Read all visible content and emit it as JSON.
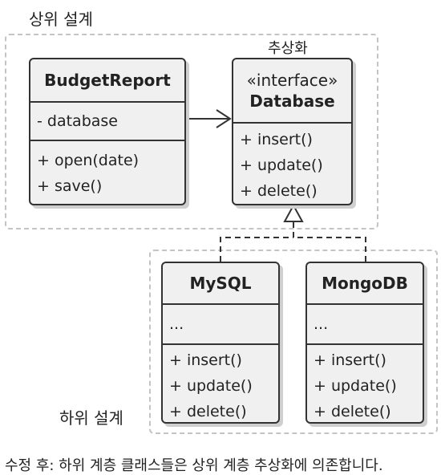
{
  "frames": {
    "upper_label": "상위 설계",
    "lower_label": "하위 설계",
    "abstraction_label": "추상화"
  },
  "classes": {
    "budget_report": {
      "name": "BudgetReport",
      "fields": [
        "- database"
      ],
      "methods": [
        "+ open(date)",
        "+ save()"
      ]
    },
    "database": {
      "stereotype": "«interface»",
      "name": "Database",
      "methods": [
        "+ insert()",
        "+ update()",
        "+ delete()"
      ]
    },
    "mysql": {
      "name": "MySQL",
      "fields": [
        "..."
      ],
      "methods": [
        "+ insert()",
        "+ update()",
        "+ delete()"
      ]
    },
    "mongodb": {
      "name": "MongoDB",
      "fields": [
        "..."
      ],
      "methods": [
        "+ insert()",
        "+ update()",
        "+ delete()"
      ]
    }
  },
  "caption": "수정 후: 하위 계층 클래스들은 상위 계층 추상화에 의존합니다."
}
